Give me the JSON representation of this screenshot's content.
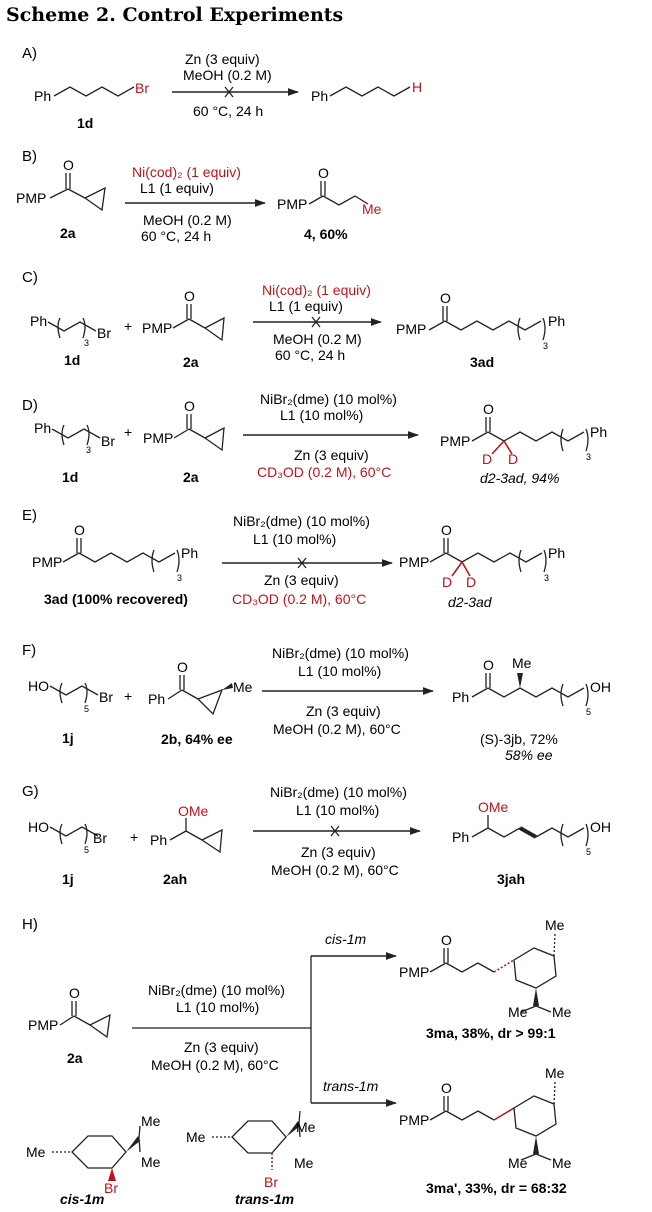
{
  "title": "Scheme 2. Control Experiments",
  "colors": {
    "ink": "#222222",
    "accent_red": "#c0141a"
  },
  "panels": {
    "A": {
      "label": "A)",
      "sm": "1d",
      "cond1": "Zn (3 equiv)",
      "cond2": "MeOH (0.2 M)",
      "cond3": "60 °C, 24 h",
      "ph1": "Ph",
      "br": "Br",
      "ph2": "Ph",
      "h": "H",
      "blocked": true
    },
    "B": {
      "label": "B)",
      "sm": "2a",
      "prod": "4, 60%",
      "cat1": "Ni(cod)₂ (1 equiv)",
      "lig": "L1 (1 equiv)",
      "solv": "MeOH (0.2 M)",
      "temp": "60 °C, 24 h",
      "pmp1": "PMP",
      "pmp2": "PMP",
      "me": "Me",
      "o1": "O",
      "o2": "O"
    },
    "C": {
      "label": "C)",
      "sm1": "1d",
      "sm2": "2a",
      "prod": "3ad",
      "cat1": "Ni(cod)₂ (1 equiv)",
      "lig": "L1 (1 equiv)",
      "solv": "MeOH (0.2 M)",
      "temp": "60 °C, 24 h",
      "ph1": "Ph",
      "br": "Br",
      "plus": "+",
      "pmp1": "PMP",
      "pmp2": "PMP",
      "ph2": "Ph",
      "n": "3",
      "blocked": true
    },
    "D": {
      "label": "D)",
      "sm1": "1d",
      "sm2": "2a",
      "prod": "d2-3ad, 94%",
      "cat1": "NiBr₂(dme) (10 mol%)",
      "lig": "L1 (10 mol%)",
      "red": "Zn (3 equiv)",
      "solv": "CD₃OD (0.2 M), 60°C",
      "ph1": "Ph",
      "br": "Br",
      "plus": "+",
      "pmp1": "PMP",
      "pmp2": "PMP",
      "ph2": "Ph",
      "d": "D",
      "n": "3"
    },
    "E": {
      "label": "E)",
      "sm": "3ad (100% recovered)",
      "prod": "d2-3ad",
      "cat1": "NiBr₂(dme) (10 mol%)",
      "lig": "L1 (10 mol%)",
      "red": "Zn (3 equiv)",
      "solv": "CD₃OD (0.2 M), 60°C",
      "pmp1": "PMP",
      "pmp2": "PMP",
      "ph": "Ph",
      "d": "D",
      "n": "3",
      "blocked": true
    },
    "F": {
      "label": "F)",
      "sm1": "1j",
      "sm2": "2b, 64% ee",
      "prod1": "(S)-3jb, 72%",
      "prod2": "58% ee",
      "cat1": "NiBr₂(dme) (10 mol%)",
      "lig": "L1 (10 mol%)",
      "red": "Zn (3 equiv)",
      "solv": "MeOH (0.2 M), 60°C",
      "ho": "HO",
      "br": "Br",
      "plus": "+",
      "ph1": "Ph",
      "me1": "Me",
      "ph2": "Ph",
      "me2": "Me",
      "oh": "OH",
      "n": "5"
    },
    "G": {
      "label": "G)",
      "sm1": "1j",
      "sm2": "2ah",
      "prod": "3jah",
      "cat1": "NiBr₂(dme) (10 mol%)",
      "lig": "L1 (10 mol%)",
      "red": "Zn (3 equiv)",
      "solv": "MeOH (0.2 M), 60°C",
      "ho": "HO",
      "br": "Br",
      "plus": "+",
      "ph1": "Ph",
      "ome1": "OMe",
      "ph2": "Ph",
      "ome2": "OMe",
      "oh": "OH",
      "n": "5",
      "blocked": true
    },
    "H": {
      "label": "H)",
      "sm": "2a",
      "cat1": "NiBr₂(dme) (10 mol%)",
      "lig": "L1 (10 mol%)",
      "red": "Zn (3 equiv)",
      "solv": "MeOH (0.2 M), 60°C",
      "branch1": "cis-1m",
      "branch2": "trans-1m",
      "prod1": "3ma, 38%, dr > 99:1",
      "prod2": "3ma', 33%, dr = 68:32",
      "cis": "cis-1m",
      "trans": "trans-1m",
      "pmp": "PMP",
      "me": "Me",
      "br": "Br"
    }
  }
}
